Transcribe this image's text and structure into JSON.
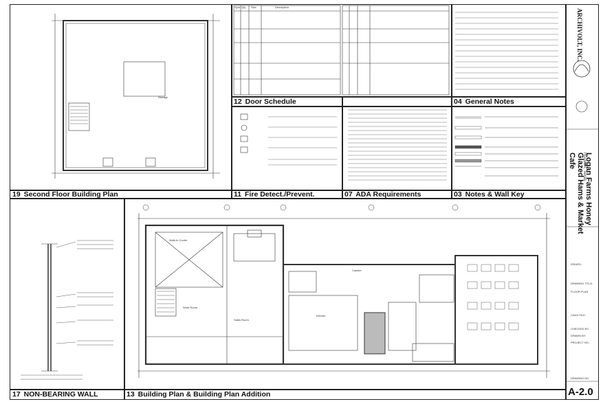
{
  "panels": {
    "second_floor": {
      "num": "19",
      "title": "Second Floor Building Plan"
    },
    "door_schedule": {
      "num": "12",
      "title": "Door Schedule"
    },
    "general_notes": {
      "num": "04",
      "title": "General Notes"
    },
    "fire": {
      "num": "11",
      "title": "Fire Detect./Prevent."
    },
    "ada": {
      "num": "07",
      "title": "ADA  Requirements"
    },
    "wall_key": {
      "num": "03",
      "title": "Notes & Wall Key"
    },
    "nonbearing": {
      "num": "17",
      "title": "NON-BEARING WALL"
    },
    "building_plan": {
      "num": "13",
      "title": "Building Plan & Building Plan Addition"
    }
  },
  "schedule_headers": [
    "Sym",
    "Qty",
    "Size",
    "Description"
  ],
  "room_labels": {
    "storage": "Storage",
    "walk_in": "Walk-In Cooler",
    "work_room": "Work Room",
    "sales_room": "Sales Room",
    "kitchen": "Kitchen",
    "cashier": "Cashier"
  },
  "title_block": {
    "company": "ARCHIVOLT, INC.",
    "project": "Logan Farms Honey Glazed Hams & Market Cafe",
    "city": "Houston, Texas",
    "sheet_no": "A-2.0",
    "issued_label": "ISSUED:",
    "drawing_title_label": "DRAWING TITLE:",
    "drawing_title": "FLOOR PLAN",
    "cadd_file_label": "CADD FILE:",
    "checked_label": "CHECKED BY:",
    "drawn_label": "DRAWN BY:",
    "project_no_label": "PROJECT NO.:",
    "drawing_no_label": "DRAWING NO.:"
  }
}
